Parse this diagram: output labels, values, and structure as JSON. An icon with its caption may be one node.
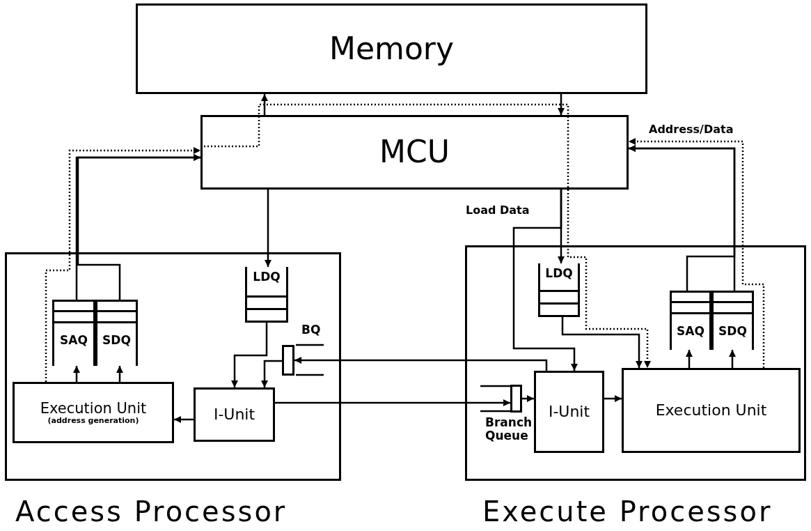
{
  "diagram": {
    "nodes": [
      {
        "text": [
          "Memory"
        ]
      },
      {
        "text": [
          "MCU"
        ]
      },
      {
        "text": [],
        "shape": "box",
        "beside": [
          "Access Processor"
        ]
      },
      {
        "text": [],
        "shape": "box",
        "beside": [
          "Execute Processor"
        ]
      },
      {
        "text": [
          "SAQ"
        ],
        "in": 2
      },
      {
        "text": [
          "SDQ"
        ],
        "in": 2
      },
      {
        "text": [
          "LDQ"
        ],
        "in": 2
      },
      {
        "text": [],
        "shape": "box",
        "beside": [
          "BQ"
        ],
        "in": 2
      },
      {
        "text": [
          "Execution Unit",
          "(address generation)"
        ],
        "in": 2
      },
      {
        "text": [
          "I-Unit"
        ],
        "in": 2
      },
      {
        "text": [
          "LDQ"
        ],
        "in": 3
      },
      {
        "text": [
          "SAQ"
        ],
        "in": 3
      },
      {
        "text": [
          "SDQ"
        ],
        "in": 3
      },
      {
        "text": [],
        "shape": "box",
        "beside": [
          "Branch Queue"
        ],
        "in": 3
      },
      {
        "text": [
          "I-Unit"
        ],
        "in": 3
      },
      {
        "text": [
          "Execution Unit"
        ],
        "in": 3
      }
    ],
    "edges": [
      {
        "from": 1,
        "to": 0,
        "arrow": "to"
      },
      {
        "from": 0,
        "to": 1,
        "arrow": "to"
      },
      {
        "from": 4,
        "to": 1,
        "arrow": "to"
      },
      {
        "from": 5,
        "to": 1,
        "arrow": "to"
      },
      {
        "from": 1,
        "to": 6,
        "arrow": "to"
      },
      {
        "from": 6,
        "to": 9,
        "arrow": "to"
      },
      {
        "from": 7,
        "to": 9,
        "arrow": "to"
      },
      {
        "from": 14,
        "to": 7,
        "arrow": "to"
      },
      {
        "from": 9,
        "to": 13,
        "arrow": "to"
      },
      {
        "from": 13,
        "to": 14,
        "arrow": "to"
      },
      {
        "from": 9,
        "to": 8,
        "arrow": "to"
      },
      {
        "from": 8,
        "to": 4,
        "arrow": "to"
      },
      {
        "from": 8,
        "to": 5,
        "arrow": "to"
      },
      {
        "from": 1,
        "to": 10,
        "arrow": "to",
        "label": "Load Data"
      },
      {
        "from": 1,
        "to": 14,
        "arrow": "to"
      },
      {
        "from": 10,
        "to": 15,
        "arrow": "to"
      },
      {
        "from": 14,
        "to": 15,
        "arrow": "to"
      },
      {
        "from": 15,
        "to": 11,
        "arrow": "to"
      },
      {
        "from": 15,
        "to": 12,
        "arrow": "to"
      },
      {
        "from": 11,
        "to": 1,
        "arrow": "to"
      },
      {
        "from": 12,
        "to": 1,
        "arrow": "to"
      },
      {
        "from": 8,
        "to": 1,
        "arrow": "to",
        "style": "dashed"
      },
      {
        "from": 1,
        "to": 15,
        "arrow": "to",
        "style": "dashed"
      },
      {
        "from": 15,
        "to": 1,
        "arrow": "to",
        "style": "dashed",
        "label": "Address/Data"
      }
    ]
  }
}
